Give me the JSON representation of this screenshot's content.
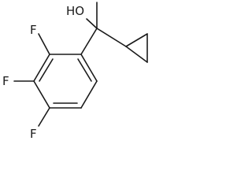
{
  "molecule": {
    "atoms": {
      "hydroxyl": "HO",
      "fluorine_top": "F",
      "fluorine_middle": "F",
      "fluorine_bottom": "F"
    }
  }
}
